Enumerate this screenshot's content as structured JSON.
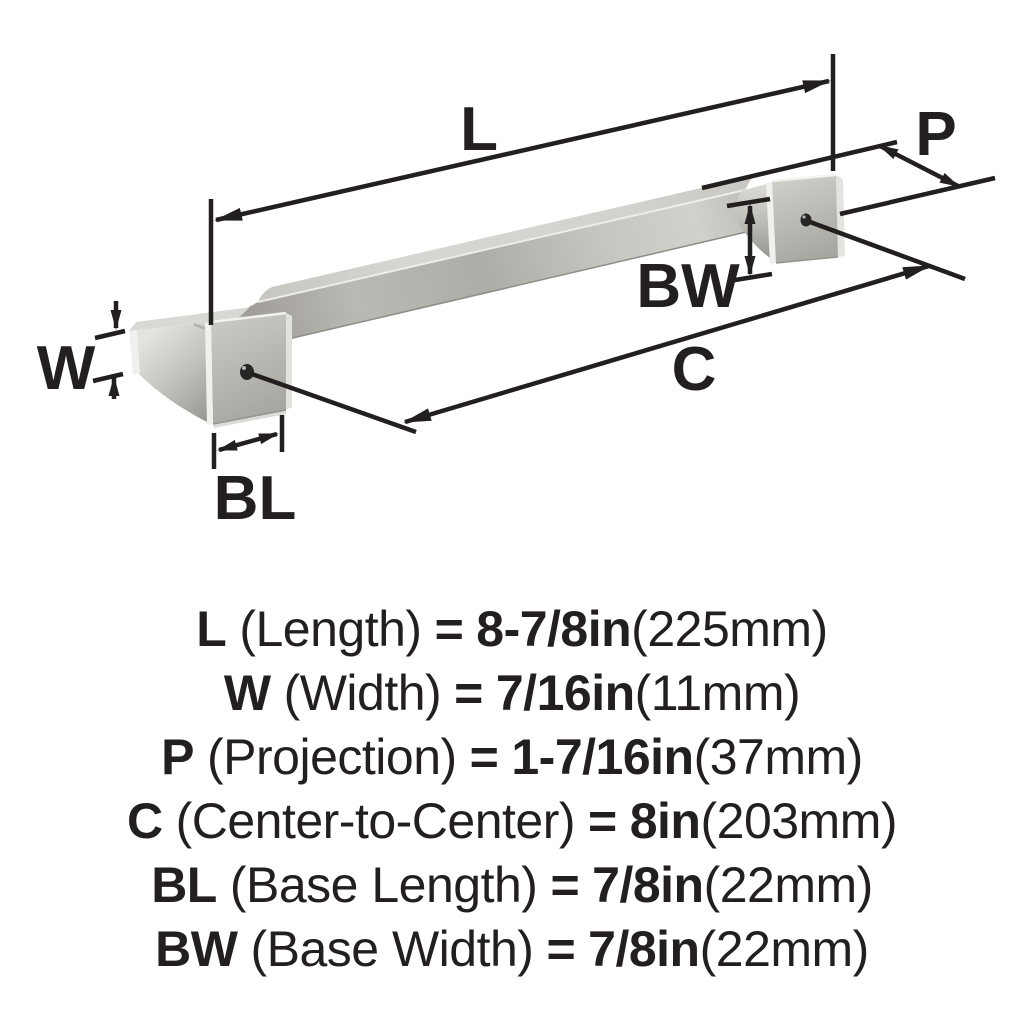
{
  "colors": {
    "ink": "#231f20",
    "metal_light": "#dcdbd7",
    "metal_mid": "#b7b5b0",
    "metal_dark": "#9a9893",
    "background": "#ffffff"
  },
  "diagram": {
    "labels": {
      "length": "L",
      "width": "W",
      "projection": "P",
      "center_to_center": "C",
      "base_length": "BL",
      "base_width": "BW"
    }
  },
  "specs": {
    "rows": [
      {
        "code": "L",
        "name": "(Length)",
        "eq": "=",
        "value": "8-7/8in",
        "metric": "(225mm)"
      },
      {
        "code": "W",
        "name": "(Width)",
        "eq": "=",
        "value": "7/16in",
        "metric": "(11mm)"
      },
      {
        "code": "P",
        "name": "(Projection)",
        "eq": "=",
        "value": "1-7/16in",
        "metric": "(37mm)"
      },
      {
        "code": "C",
        "name": "(Center-to-Center)",
        "eq": "=",
        "value": "8in",
        "metric": "(203mm)"
      },
      {
        "code": "BL",
        "name": "(Base Length)",
        "eq": "=",
        "value": "7/8in",
        "metric": "(22mm)"
      },
      {
        "code": "BW",
        "name": "(Base Width)",
        "eq": "=",
        "value": "7/8in",
        "metric": "(22mm)"
      }
    ]
  }
}
